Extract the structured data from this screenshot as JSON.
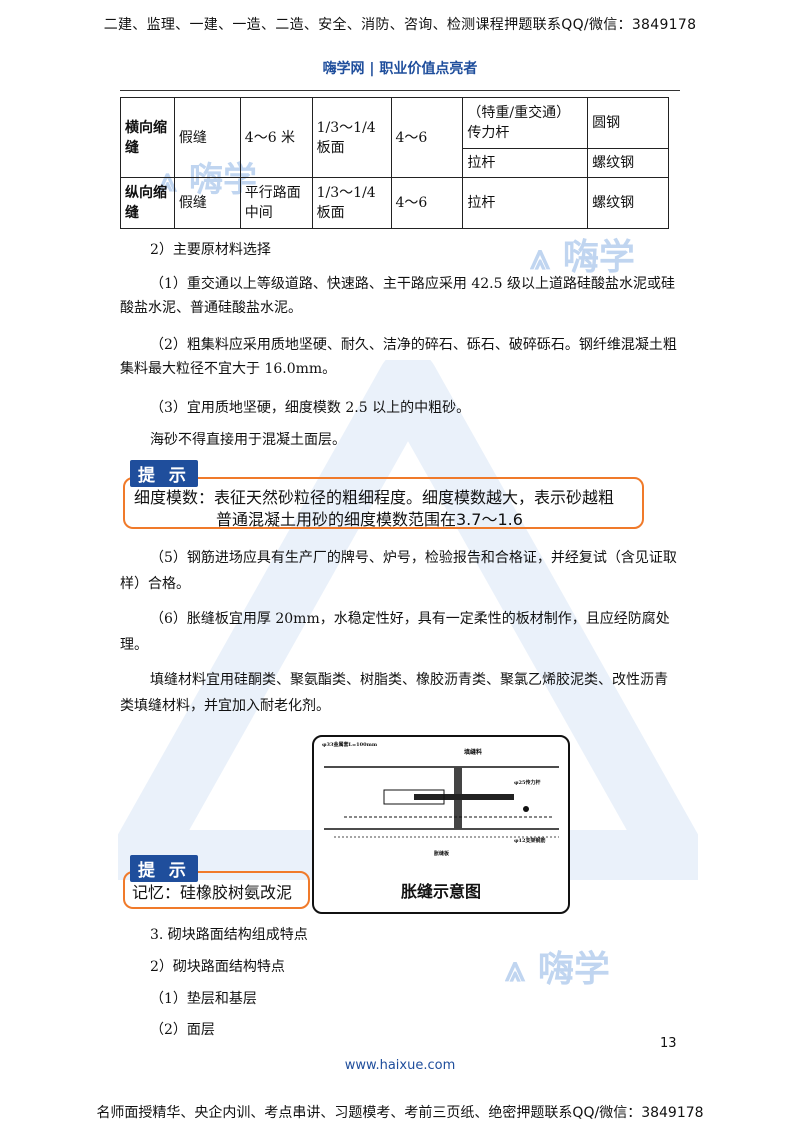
{
  "header": {
    "banner": "二建、监理、一建、一造、二造、安全、消防、咨询、检测课程押题联系QQ/微信：3849178",
    "brand": "嗨学网 | 职业价值点亮者"
  },
  "table": {
    "row1": {
      "name": "横向缩缝",
      "type": "假缝",
      "depth": "4～6 米",
      "cut": "1/3～1/4 板面",
      "width": "4～6",
      "bar_a": "（特重/重交通）传力杆",
      "steel_a": "圆钢",
      "bar_b": "拉杆",
      "steel_b": "螺纹钢"
    },
    "row2": {
      "name": "纵向缩缝",
      "type": "假缝",
      "depth": "平行路面中间",
      "cut": "1/3～1/4 板面",
      "width": "4～6",
      "bar": "拉杆",
      "steel": "螺纹钢"
    }
  },
  "body": {
    "s2": "2）主要原材料选择",
    "p1": "（1）重交通以上等级道路、快速路、主干路应采用 42.5 级以上道路硅酸盐水泥或硅酸盐水泥、普通硅酸盐水泥。",
    "p2": "（2）粗集料应采用质地坚硬、耐久、洁净的碎石、砾石、破碎砾石。钢纤维混凝土粗集料最大粒径不宜大于 16.0mm。",
    "p3": "（3）宜用质地坚硬，细度模数 2.5 以上的中粗砂。",
    "p4": "海砂不得直接用于混凝土面层。",
    "p5": "（5）钢筋进场应具有生产厂的牌号、炉号，检验报告和合格证，并经复试（含见证取样）合格。",
    "p6": "（6）胀缝板宜用厚 20mm，水稳定性好，具有一定柔性的板材制作，且应经防腐处理。",
    "p7": "填缝材料宜用硅酮类、聚氨酯类、树脂类、橡胶沥青类、聚氯乙烯胶泥类、改性沥青类填缝材料，并宜加入耐老化剂。",
    "s3": "3. 砌块路面结构组成特点",
    "s3_2": "2）砌块路面结构特点",
    "s3_2_1": "（1）垫层和基层",
    "s3_2_2": "（2）面层"
  },
  "tip1": {
    "tag": "提 示",
    "line1": "细度模数：表征天然砂粒径的粗细程度。细度模数越大，表示砂越粗",
    "line2": "普通混凝土用砂的细度模数范围在3.7～1.6"
  },
  "tip2": {
    "tag": "提 示",
    "text": "记忆：硅橡胶树氨改泥"
  },
  "diagram": {
    "caption": "胀缝示意图",
    "label_left": "φ33金属套L=100mm",
    "label_right": "填缝料",
    "label_dowel": "φ25传力杆",
    "label_bar": "φ12支架钢筋",
    "label_bottom": "胀缝板"
  },
  "watermark": {
    "logo_text": "嗨学"
  },
  "footer": {
    "page_number": "13",
    "site": "www.haixue.com",
    "banner": "名师面授精华、央企内训、考点串讲、习题模考、考前三页纸、绝密押题联系QQ/微信：3849178"
  }
}
